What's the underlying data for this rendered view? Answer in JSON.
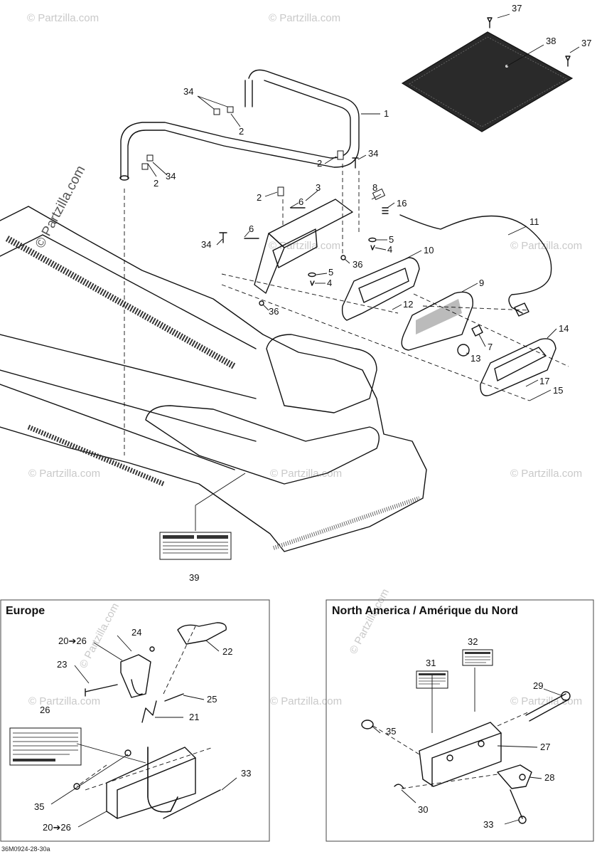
{
  "watermark": {
    "text": "© Partzilla.com"
  },
  "diagram_code": "36M0924-28-30a",
  "main": {
    "callouts": [
      "37",
      "38",
      "37",
      "34",
      "1",
      "2",
      "2",
      "34",
      "2",
      "34",
      "2",
      "3",
      "6",
      "8",
      "16",
      "11",
      "6",
      "34",
      "5",
      "4",
      "10",
      "36",
      "5",
      "4",
      "9",
      "12",
      "36",
      "7",
      "14",
      "13",
      "17",
      "15",
      "39"
    ]
  },
  "europe": {
    "title": "Europe",
    "callouts": [
      "24",
      "20➔26",
      "22",
      "23",
      "25",
      "21",
      "26",
      "33",
      "35",
      "20➔26"
    ]
  },
  "north_america": {
    "title": "North America / Amérique du Nord",
    "callouts": [
      "32",
      "31",
      "29",
      "35",
      "27",
      "28",
      "30",
      "33"
    ]
  }
}
